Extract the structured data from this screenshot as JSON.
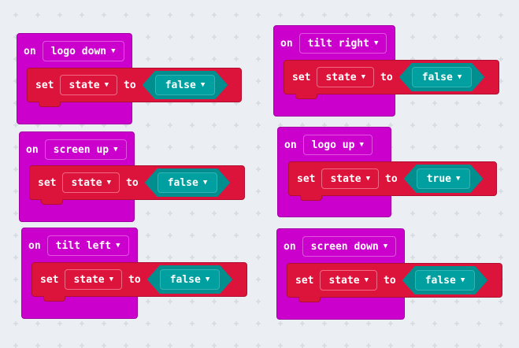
{
  "blocks": [
    {
      "event_kw": "on",
      "event": "logo down",
      "set_kw": "set",
      "var": "state",
      "to_kw": "to",
      "value": "false"
    },
    {
      "event_kw": "on",
      "event": "tilt right",
      "set_kw": "set",
      "var": "state",
      "to_kw": "to",
      "value": "false"
    },
    {
      "event_kw": "on",
      "event": "screen up",
      "set_kw": "set",
      "var": "state",
      "to_kw": "to",
      "value": "false"
    },
    {
      "event_kw": "on",
      "event": "logo up",
      "set_kw": "set",
      "var": "state",
      "to_kw": "to",
      "value": "true"
    },
    {
      "event_kw": "on",
      "event": "tilt left",
      "set_kw": "set",
      "var": "state",
      "to_kw": "to",
      "value": "false"
    },
    {
      "event_kw": "on",
      "event": "screen down",
      "set_kw": "set",
      "var": "state",
      "to_kw": "to",
      "value": "false"
    }
  ],
  "colors": {
    "event_block": "#cc00cc",
    "set_block": "#dc143c",
    "boolean_block": "#00a0a0",
    "workspace": "#ebeef2"
  },
  "icons": {
    "dropdown": "caret-down-icon"
  }
}
